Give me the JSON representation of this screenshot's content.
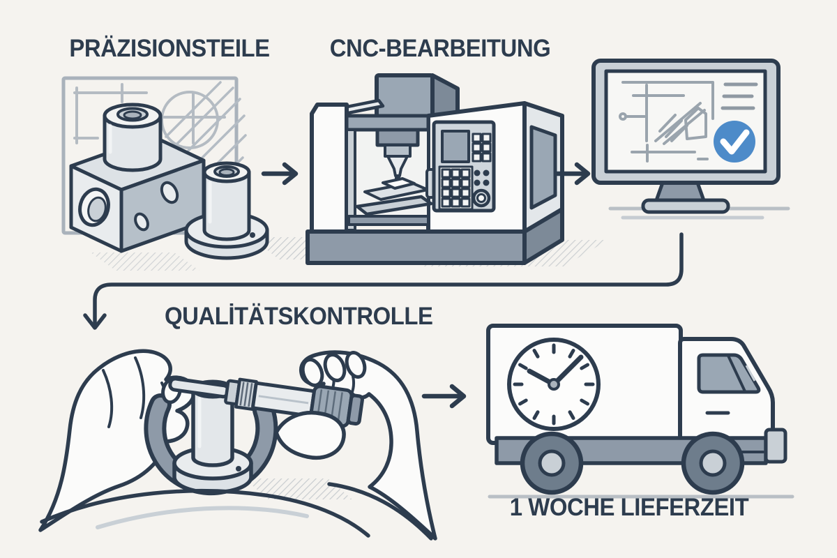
{
  "palette": {
    "bg": "#f5f3ef",
    "ink": "#2d3c4e",
    "slate": "#8e9aa8",
    "slate_deep": "#7d8a98",
    "slate_dark": "#6e7d8c",
    "slate_light": "#c9d0d6",
    "panel_gray": "#cfd6dc",
    "pale": "#e9ecee",
    "paper": "#fbfbfa",
    "line_gray": "#a9b2bb",
    "accent_blue": "#4d8bc9"
  },
  "steps": [
    {
      "label": "PRÄZISIONSTEILE",
      "icon": "machined-parts-blueprint-icon"
    },
    {
      "label": "CNC-BEARBEITUNG",
      "icon": "cnc-milling-machine-icon"
    },
    {
      "label": "QUALİTÄTSKONTROLLE",
      "icon": "micrometer-measurement-hands-icon"
    },
    {
      "label": "1 WOCHE LIEFERZEIT",
      "icon": "delivery-truck-clock-icon"
    }
  ],
  "flow": {
    "connector1": "arrow-right",
    "connector2": "arrow-right",
    "connector3": "curved-arrow-down-left",
    "connector4": "arrow-right",
    "monitor_status_icon": "blue-checkmark-circle"
  }
}
